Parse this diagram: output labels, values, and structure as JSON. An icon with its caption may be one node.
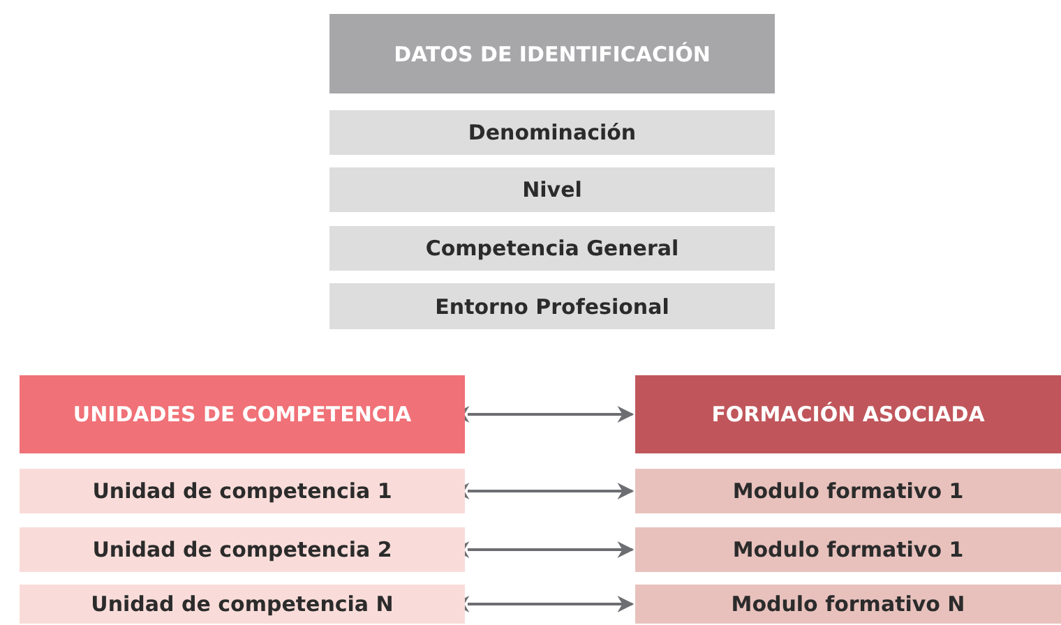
{
  "diagram": {
    "nodes": [
      {
        "text": [
          "DATOS DE IDENTIFICACIÓN"
        ]
      },
      {
        "text": [
          "Denominación"
        ]
      },
      {
        "text": [
          "Nivel"
        ]
      },
      {
        "text": [
          "Competencia General"
        ]
      },
      {
        "text": [
          "Entorno Profesional"
        ]
      },
      {
        "text": [
          "UNIDADES DE COMPETENCIA"
        ]
      },
      {
        "text": [
          "FORMACIÓN ASOCIADA"
        ]
      },
      {
        "text": [
          "Unidad de competencia 1"
        ]
      },
      {
        "text": [
          "Modulo formativo 1"
        ]
      },
      {
        "text": [
          "Unidad de competencia 2"
        ]
      },
      {
        "text": [
          "Modulo formativo 1"
        ]
      },
      {
        "text": [
          "Unidad de competencia N"
        ]
      },
      {
        "text": [
          "Modulo formativo N"
        ]
      }
    ],
    "edges": [
      {
        "from": 5,
        "to": 6,
        "arrow": "both"
      },
      {
        "from": 7,
        "to": 8,
        "arrow": "both"
      },
      {
        "from": 9,
        "to": 10,
        "arrow": "both"
      },
      {
        "from": 11,
        "to": 12,
        "arrow": "both"
      }
    ]
  }
}
